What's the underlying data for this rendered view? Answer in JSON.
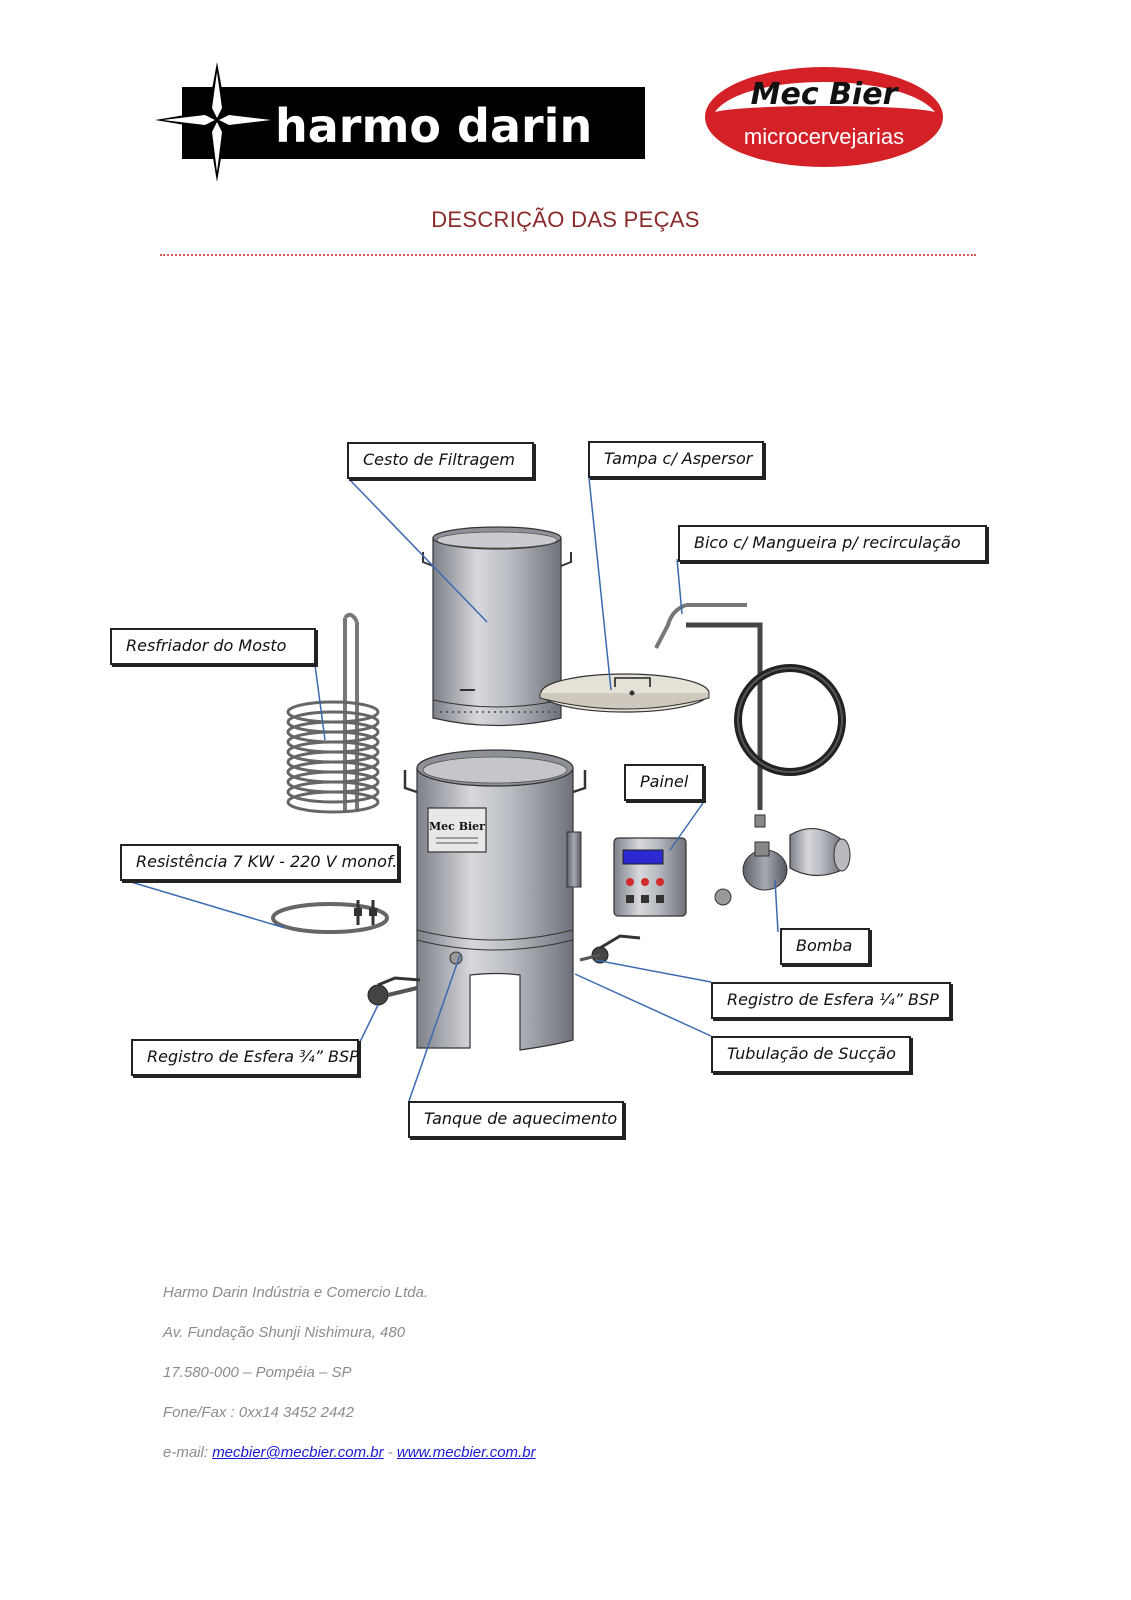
{
  "header": {
    "logo_left_text": "harmo darin",
    "logo_right_line1": "Mec Bier",
    "logo_right_line2": "microcervejarias",
    "brand_red": "#d42127"
  },
  "title": "DESCRIÇÃO DAS PEÇAS",
  "diagram": {
    "plate_label": "Mec Bier",
    "callouts": {
      "cesto": "Cesto de Filtragem",
      "tampa": "Tampa c/ Aspersor",
      "bico": "Bico c/ Mangueira p/ recirculação",
      "resfriador": "Resfriador do Mosto",
      "painel": "Painel",
      "resistencia": "Resistência 7 KW - 220 V monof.",
      "bomba": "Bomba",
      "registro_14": "Registro de Esfera ¼” BSP",
      "tubulacao": "Tubulação de Sucção",
      "registro_34": "Registro de Esfera ¾” BSP",
      "tanque": "Tanque de aquecimento"
    }
  },
  "footer": {
    "company": "Harmo Darin Indústria e Comercio Ltda.",
    "address": "Av. Fundação Shunji Nishimura, 480",
    "city": "17.580-000 – Pompéia – SP",
    "phone": "Fone/Fax : 0xx14 3452 2442",
    "email_label": "e-mail:",
    "email": "mecbier@mecbier.com.br",
    "separator": "-",
    "website": "www.mecbier.com.br"
  }
}
